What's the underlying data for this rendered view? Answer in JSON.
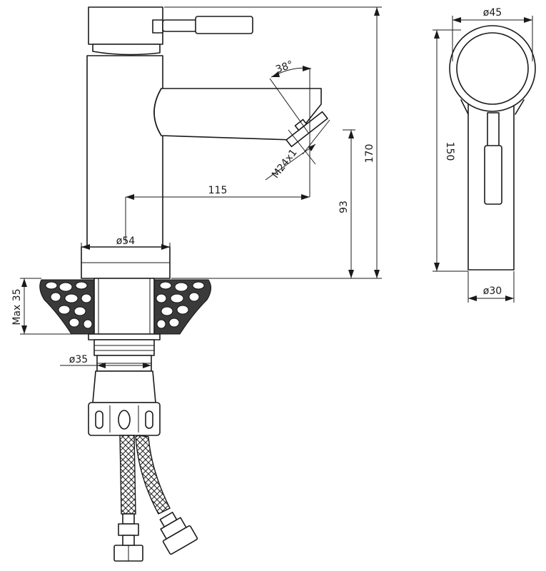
{
  "dimensions": {
    "height_total": "170",
    "spout_height": "93",
    "spout_reach": "115",
    "spout_angle": "38°",
    "aerator_thread": "M24x1",
    "body_diameter": "ø54",
    "max_thickness": "Max 35",
    "shank_diameter": "ø35",
    "top_diameter": "ø45",
    "handle_length": "150",
    "handle_diameter": "ø30"
  },
  "colors": {
    "line": "#1a1a1a",
    "stone": "#3a3a3a",
    "background": "#ffffff"
  }
}
